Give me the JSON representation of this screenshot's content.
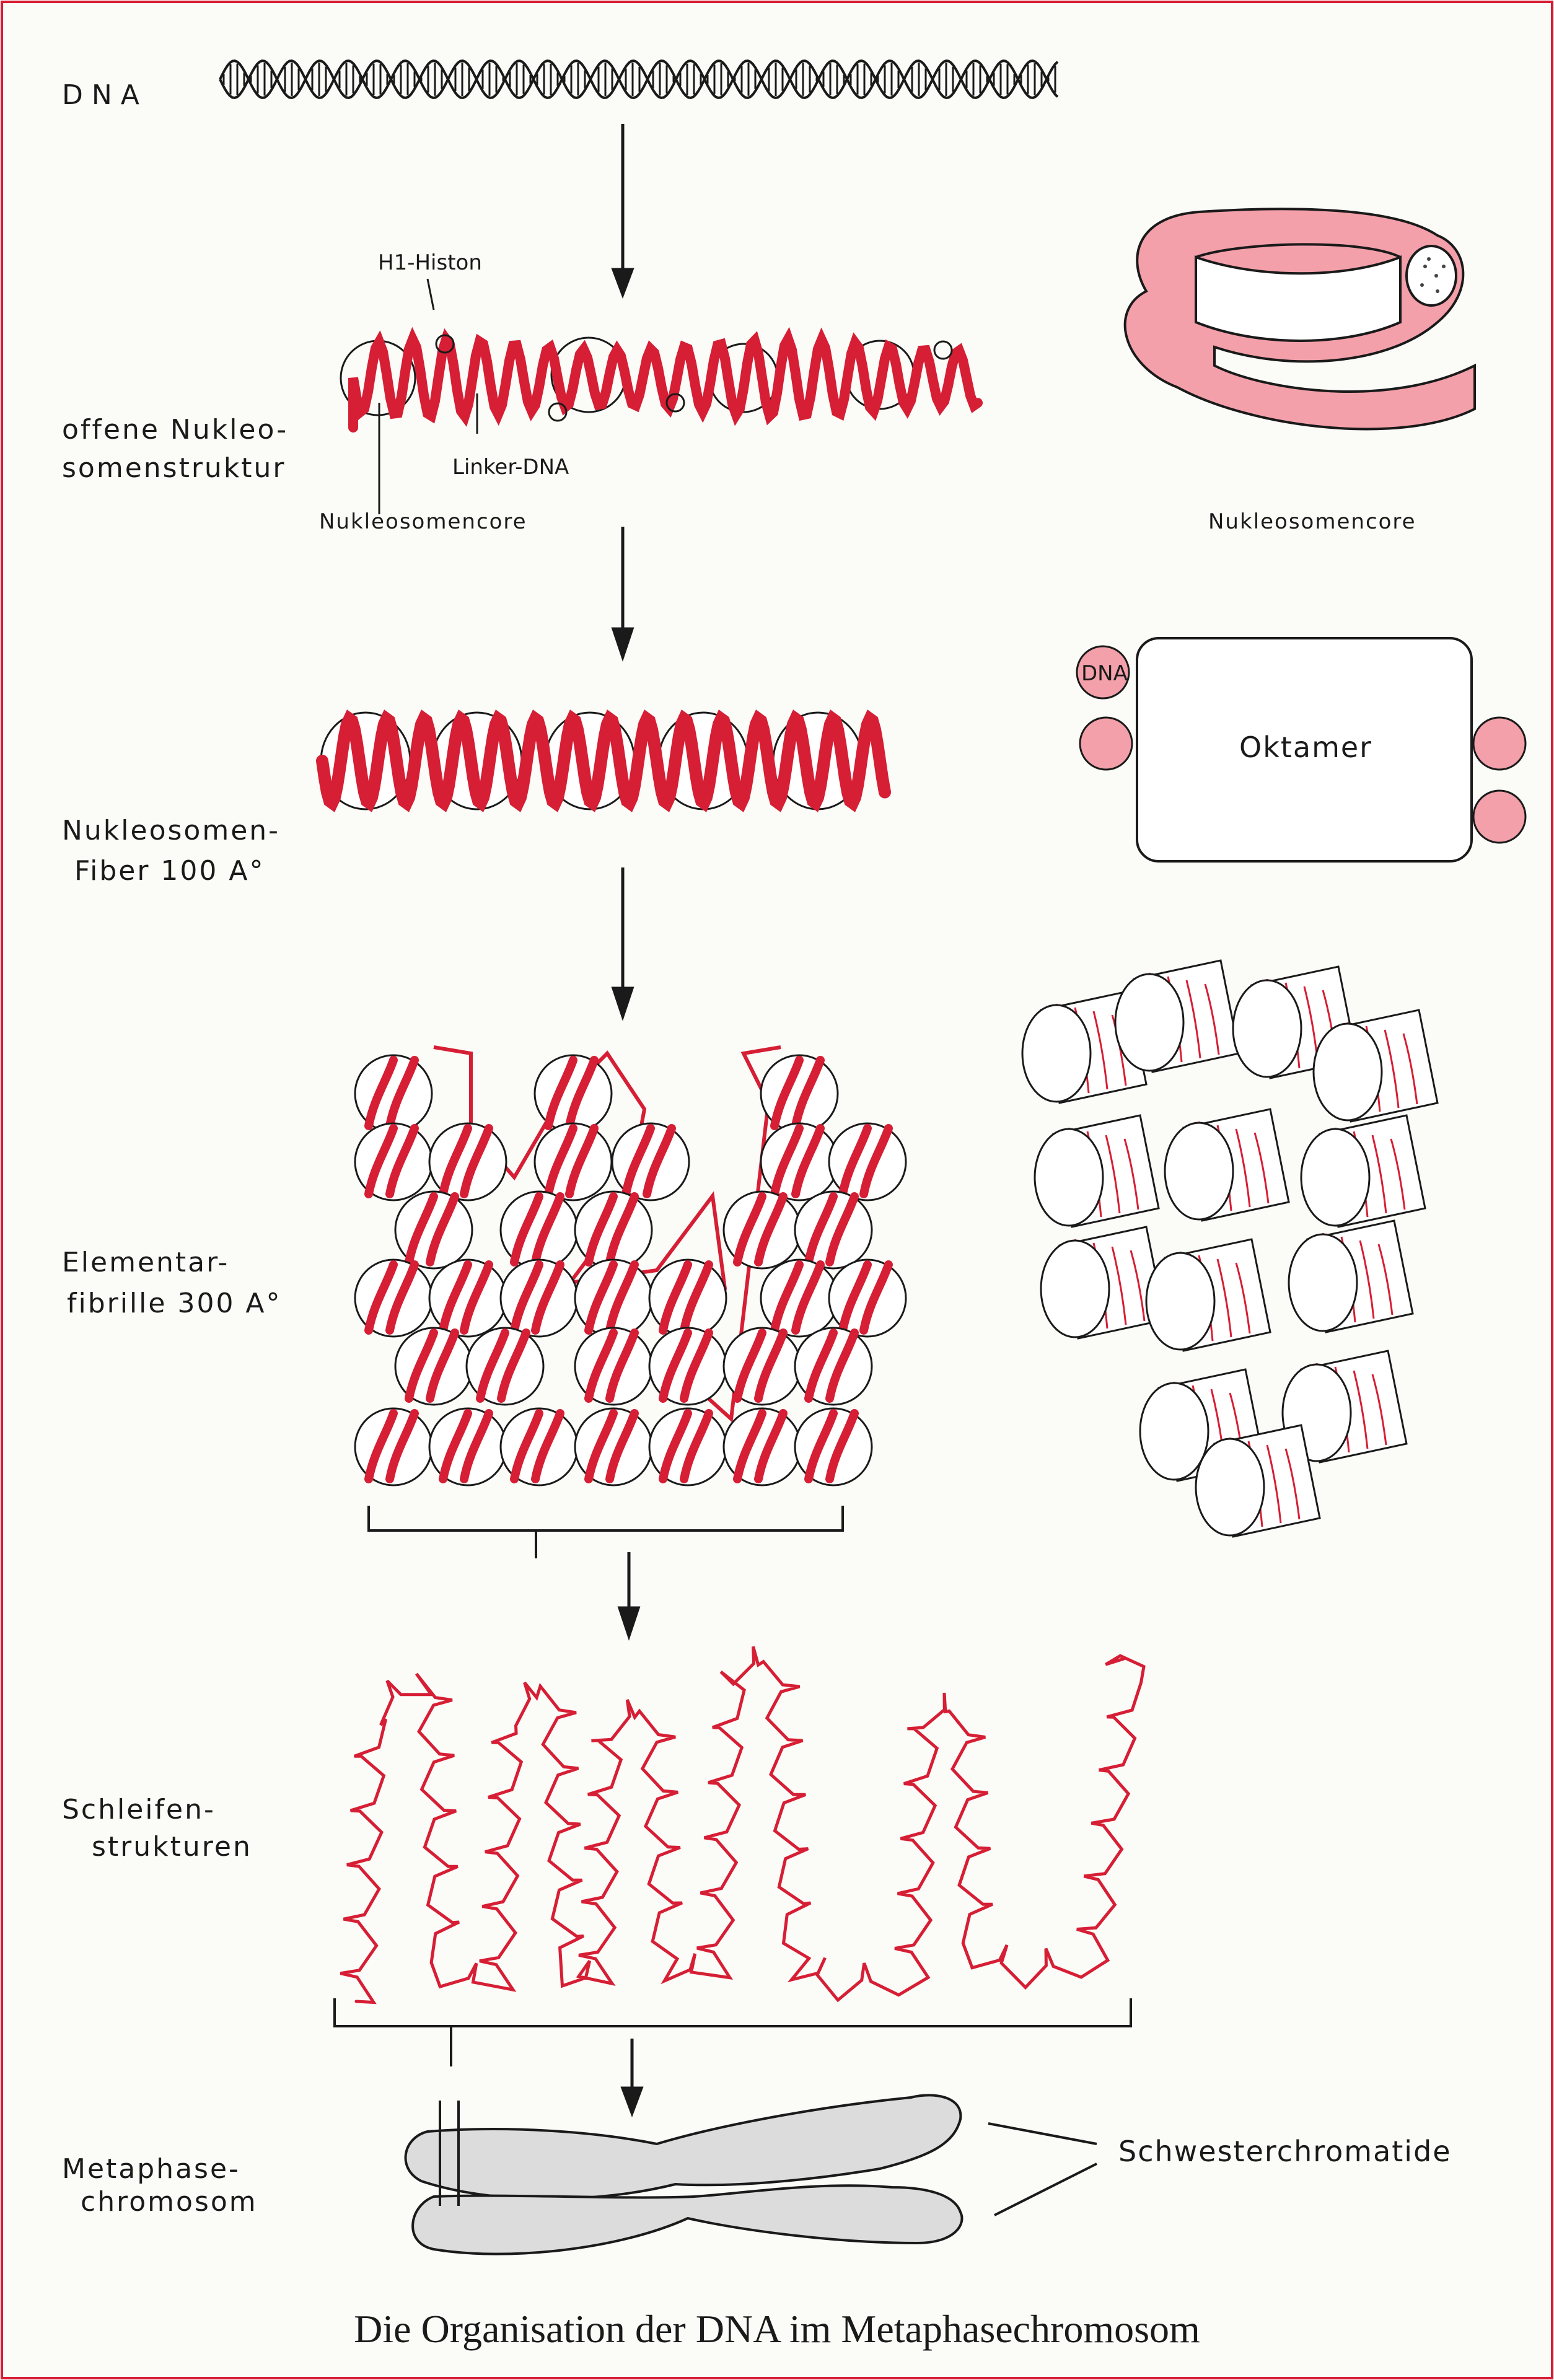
{
  "labels": {
    "dna": "DNA",
    "h1_histon": "H1-Histon",
    "offene_line1": "offene Nukleo-",
    "offene_line2": "somenstruktur",
    "linker_dna": "Linker-DNA",
    "nukleosomencore_left": "Nukleosomencore",
    "nukleosomencore_right": "Nukleosomencore",
    "fiber_line1": "Nukleosomen-",
    "fiber_line2": "Fiber 100 A°",
    "dna_small": "DNA",
    "oktamer": "Oktamer",
    "elementar_line1": "Elementar-",
    "elementar_line2": "fibrille 300 A°",
    "schleifen_line1": "Schleifen-",
    "schleifen_line2": "strukturen",
    "metaphase_line1": "Metaphase-",
    "metaphase_line2": "chromosom",
    "schwester": "Schwesterchromatide"
  },
  "caption": "Die Organisation der DNA im Metaphasechromosom",
  "colors": {
    "dna_red": "#d61e34",
    "core_pink": "#f3a0aa",
    "chromosome_gray": "#dcdcdc",
    "ink": "#1a1a1a",
    "background": "#fbfbf8"
  }
}
